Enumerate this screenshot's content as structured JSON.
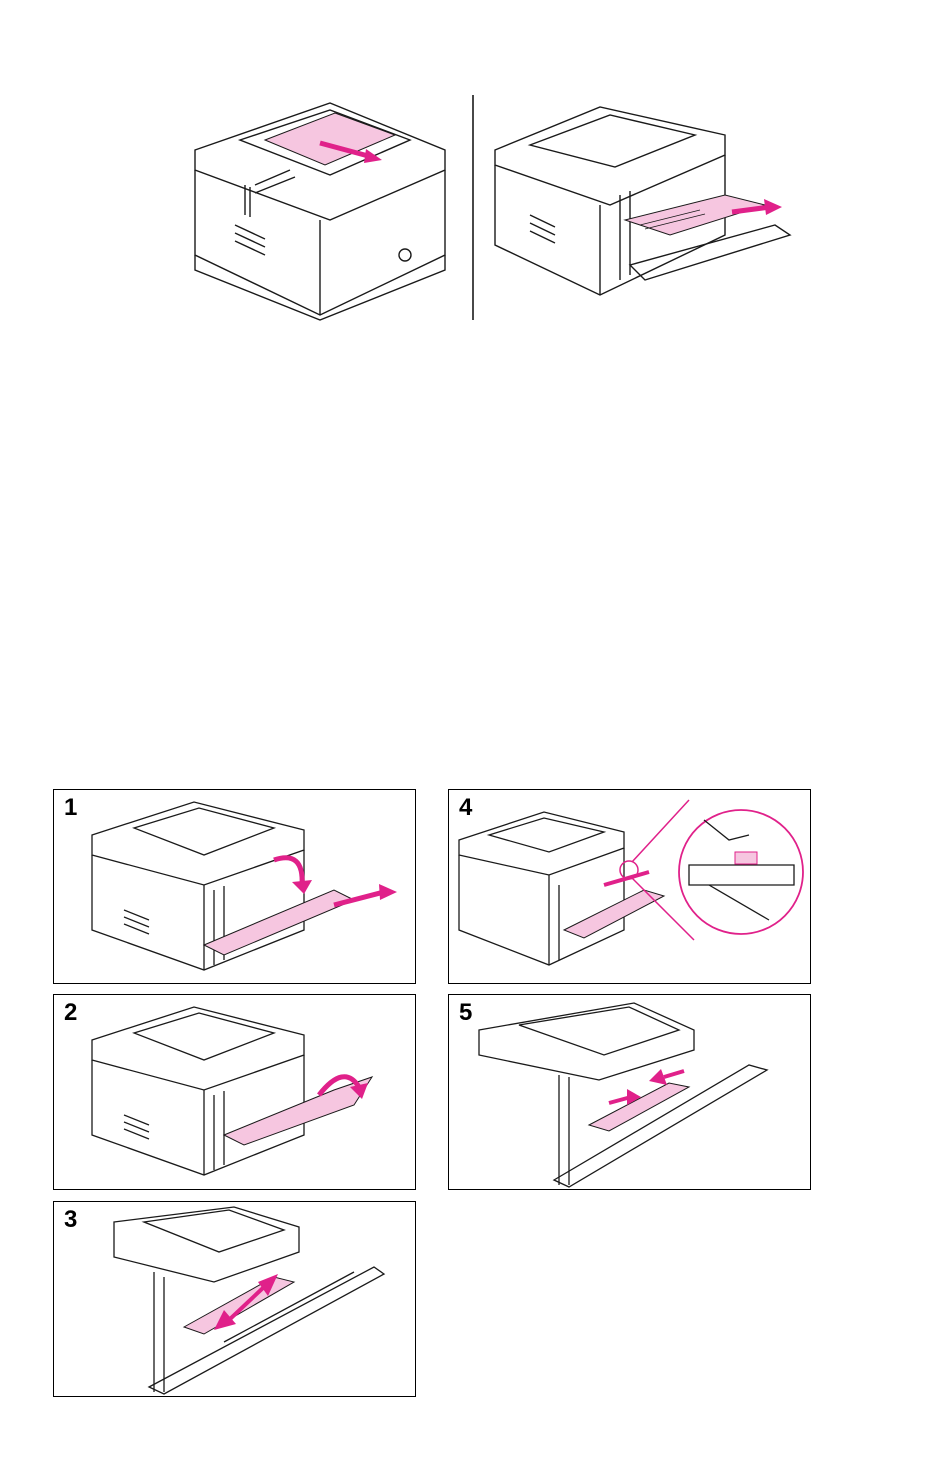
{
  "steps": [
    {
      "number": "1"
    },
    {
      "number": "2"
    },
    {
      "number": "3"
    },
    {
      "number": "4"
    },
    {
      "number": "5"
    }
  ],
  "colors": {
    "line": "#1a1a1a",
    "accent": "#e0218a",
    "paper": "#f6c6e0"
  }
}
